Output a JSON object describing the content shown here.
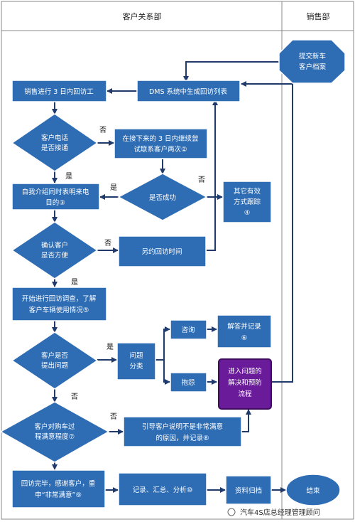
{
  "header": {
    "left": "客户关系部",
    "right": "销售部"
  },
  "nodes": {
    "submit": [
      "提交新车",
      "客户档案"
    ],
    "dms": [
      "DMS 系统中生成回访列表"
    ],
    "visit3": [
      "销售进行 3 日内回访工"
    ],
    "phone": [
      "客户电话",
      "是否接通"
    ],
    "retry": [
      "在接下来的 3 日内继续尝",
      "试联系客户两次②"
    ],
    "success": [
      "是否成功"
    ],
    "other": [
      "其它有效",
      "方式跟踪",
      "④"
    ],
    "intro": [
      "自我介绍同时表明来电",
      "目的③"
    ],
    "confirm": [
      "确认客户",
      "是否方便"
    ],
    "reschedule": [
      "另约回访时间"
    ],
    "survey": [
      "开始进行回访调查，了解",
      "客户车辆使用情况⑤"
    ],
    "issue": [
      "客户是否",
      "提出问题"
    ],
    "classify": [
      "问题",
      "分类"
    ],
    "consult": [
      "咨询"
    ],
    "answer": [
      "解答并记录",
      "⑥"
    ],
    "complaint": [
      "抱怨"
    ],
    "process": [
      "进入问题的",
      "解决和预防",
      "流程"
    ],
    "satisfy": [
      "客户对购车过",
      "程满意程度⑦"
    ],
    "guide": [
      "引导客户说明不是非常满意",
      "的原因，并记录⑧"
    ],
    "finish": [
      "回访完毕，感谢客户，重",
      "申“非常满意”⑨"
    ],
    "record": [
      "记录、汇总、分析⑩"
    ],
    "archive": [
      "资料归档"
    ],
    "end": [
      "结束"
    ]
  },
  "labels": {
    "no_phone": "否",
    "yes_phone": "是",
    "no_success": "否",
    "yes_success": "是",
    "no_confirm": "否",
    "yes_confirm": "是",
    "yes_issue": "是",
    "no_issue": "否",
    "no_satisfy": "否"
  },
  "watermark": "汽车4S店总经理管理顾问",
  "colors": {
    "box": "#2e6cb3",
    "box_border": "#ffffff",
    "process": "#6a1b9a",
    "line": "#1f3a6b"
  }
}
